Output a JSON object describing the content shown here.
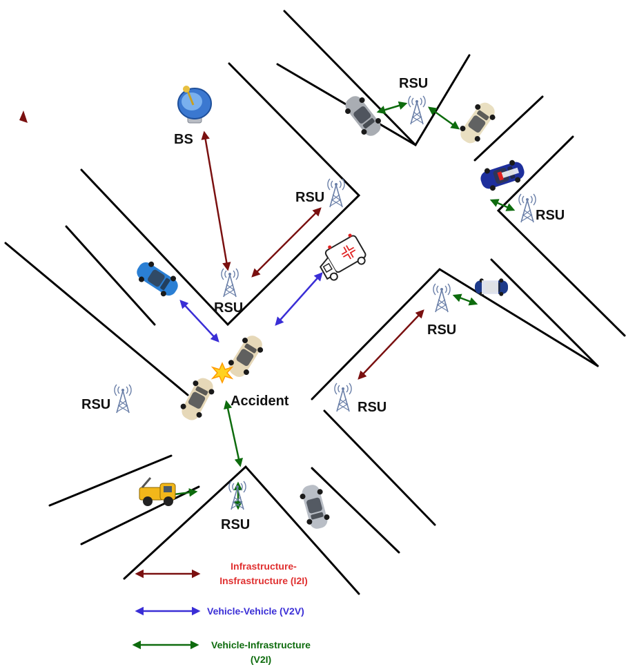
{
  "labels": {
    "rsu": "RSU",
    "bs": "BS",
    "accident": "Accident"
  },
  "legend": {
    "i2i_line1": "Infrastructure-",
    "i2i_line2": "Insfrastructure (I2I)",
    "v2v": "Vehicle-Vehicle (V2V)",
    "v2i_line1": "Vehicle-Infrastructure",
    "v2i_line2": "(V2I)"
  },
  "colors": {
    "i2i": "#7a1010",
    "i2i_text": "#e03030",
    "v2v": "#3a2ed6",
    "v2v_text": "#3a2ed6",
    "v2i": "#0d6b0d",
    "v2i_text": "#0d6b0d",
    "road": "#000000",
    "tower": "#6a7fa8"
  },
  "icons": {
    "tower": "antenna-tower-icon",
    "base_station": "satellite-dish-icon",
    "ambulance": "ambulance-icon",
    "crash": "crash-burst-icon"
  }
}
